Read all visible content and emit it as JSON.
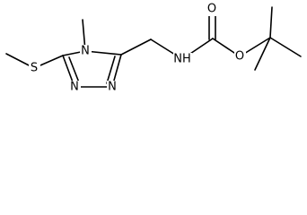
{
  "diagram": {
    "type": "chemical-structure",
    "atoms": {
      "n4": "N",
      "n2": "N",
      "n1": "N",
      "s": "S",
      "nh": "NH",
      "o_carbonyl": "O",
      "o_ester": "O"
    }
  }
}
